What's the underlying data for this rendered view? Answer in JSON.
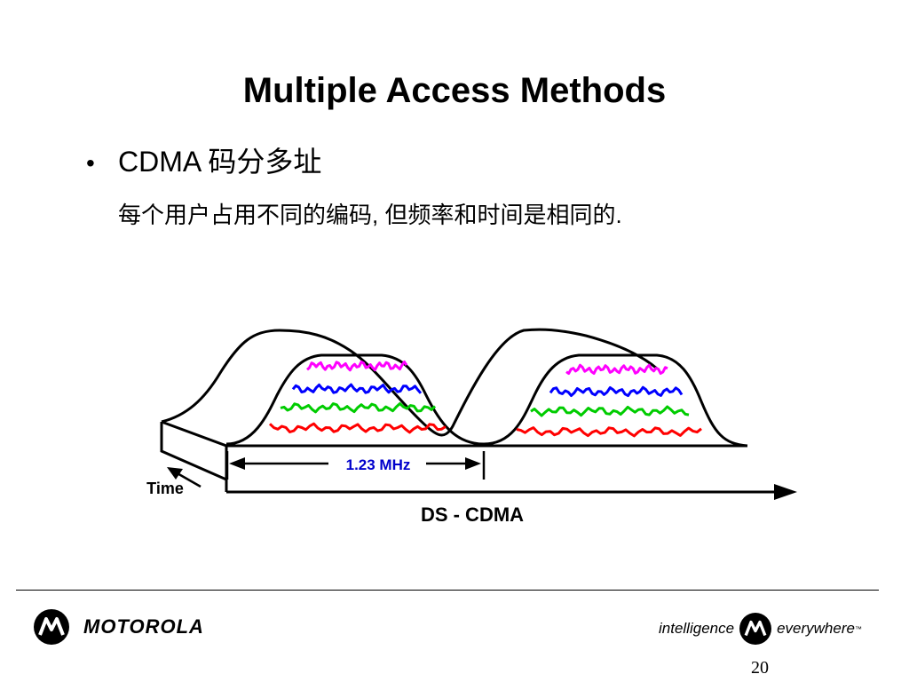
{
  "slide": {
    "title": "Multiple Access Methods",
    "bullet": "CDMA 码分多址",
    "description": "每个用户占用不同的编码, 但频率和时间是相同的."
  },
  "diagram": {
    "bandwidth_label": "1.23 MHz",
    "time_axis_label": "Time",
    "caption": "DS - CDMA",
    "colors": {
      "outline": "#000000",
      "user_1": "#ff00ff",
      "user_2": "#0000ff",
      "user_3": "#00cc00",
      "user_4": "#ff0000"
    }
  },
  "footer": {
    "brand_name": "MOTOROLA",
    "tagline_left": "intelligence",
    "tagline_right": "everywhere",
    "trademark": "™",
    "page_number": "20",
    "logo_icon": "motorola-batwing-logo-icon"
  }
}
